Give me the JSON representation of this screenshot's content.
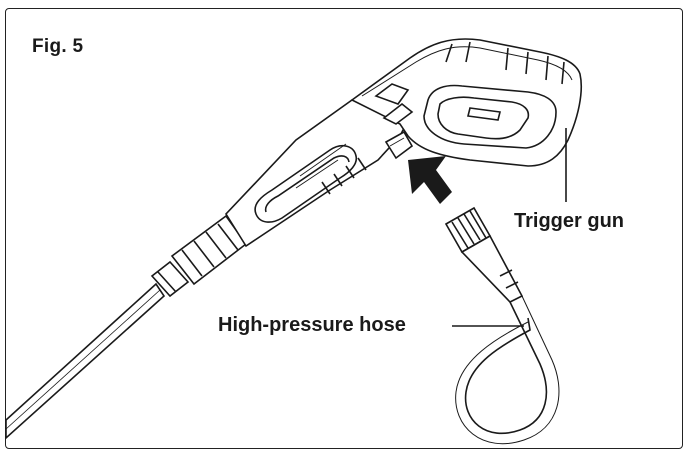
{
  "figure": {
    "label": "Fig. 5",
    "callouts": {
      "trigger_gun": "Trigger gun",
      "high_pressure_hose": "High-pressure hose"
    }
  },
  "colors": {
    "line": "#1a1a1a",
    "fill_light": "#ffffff",
    "fill_dark": "#1a1a1a",
    "fill_grey": "#e8e8e8"
  },
  "icons": {
    "arrow": "up-left-arrow-icon"
  }
}
